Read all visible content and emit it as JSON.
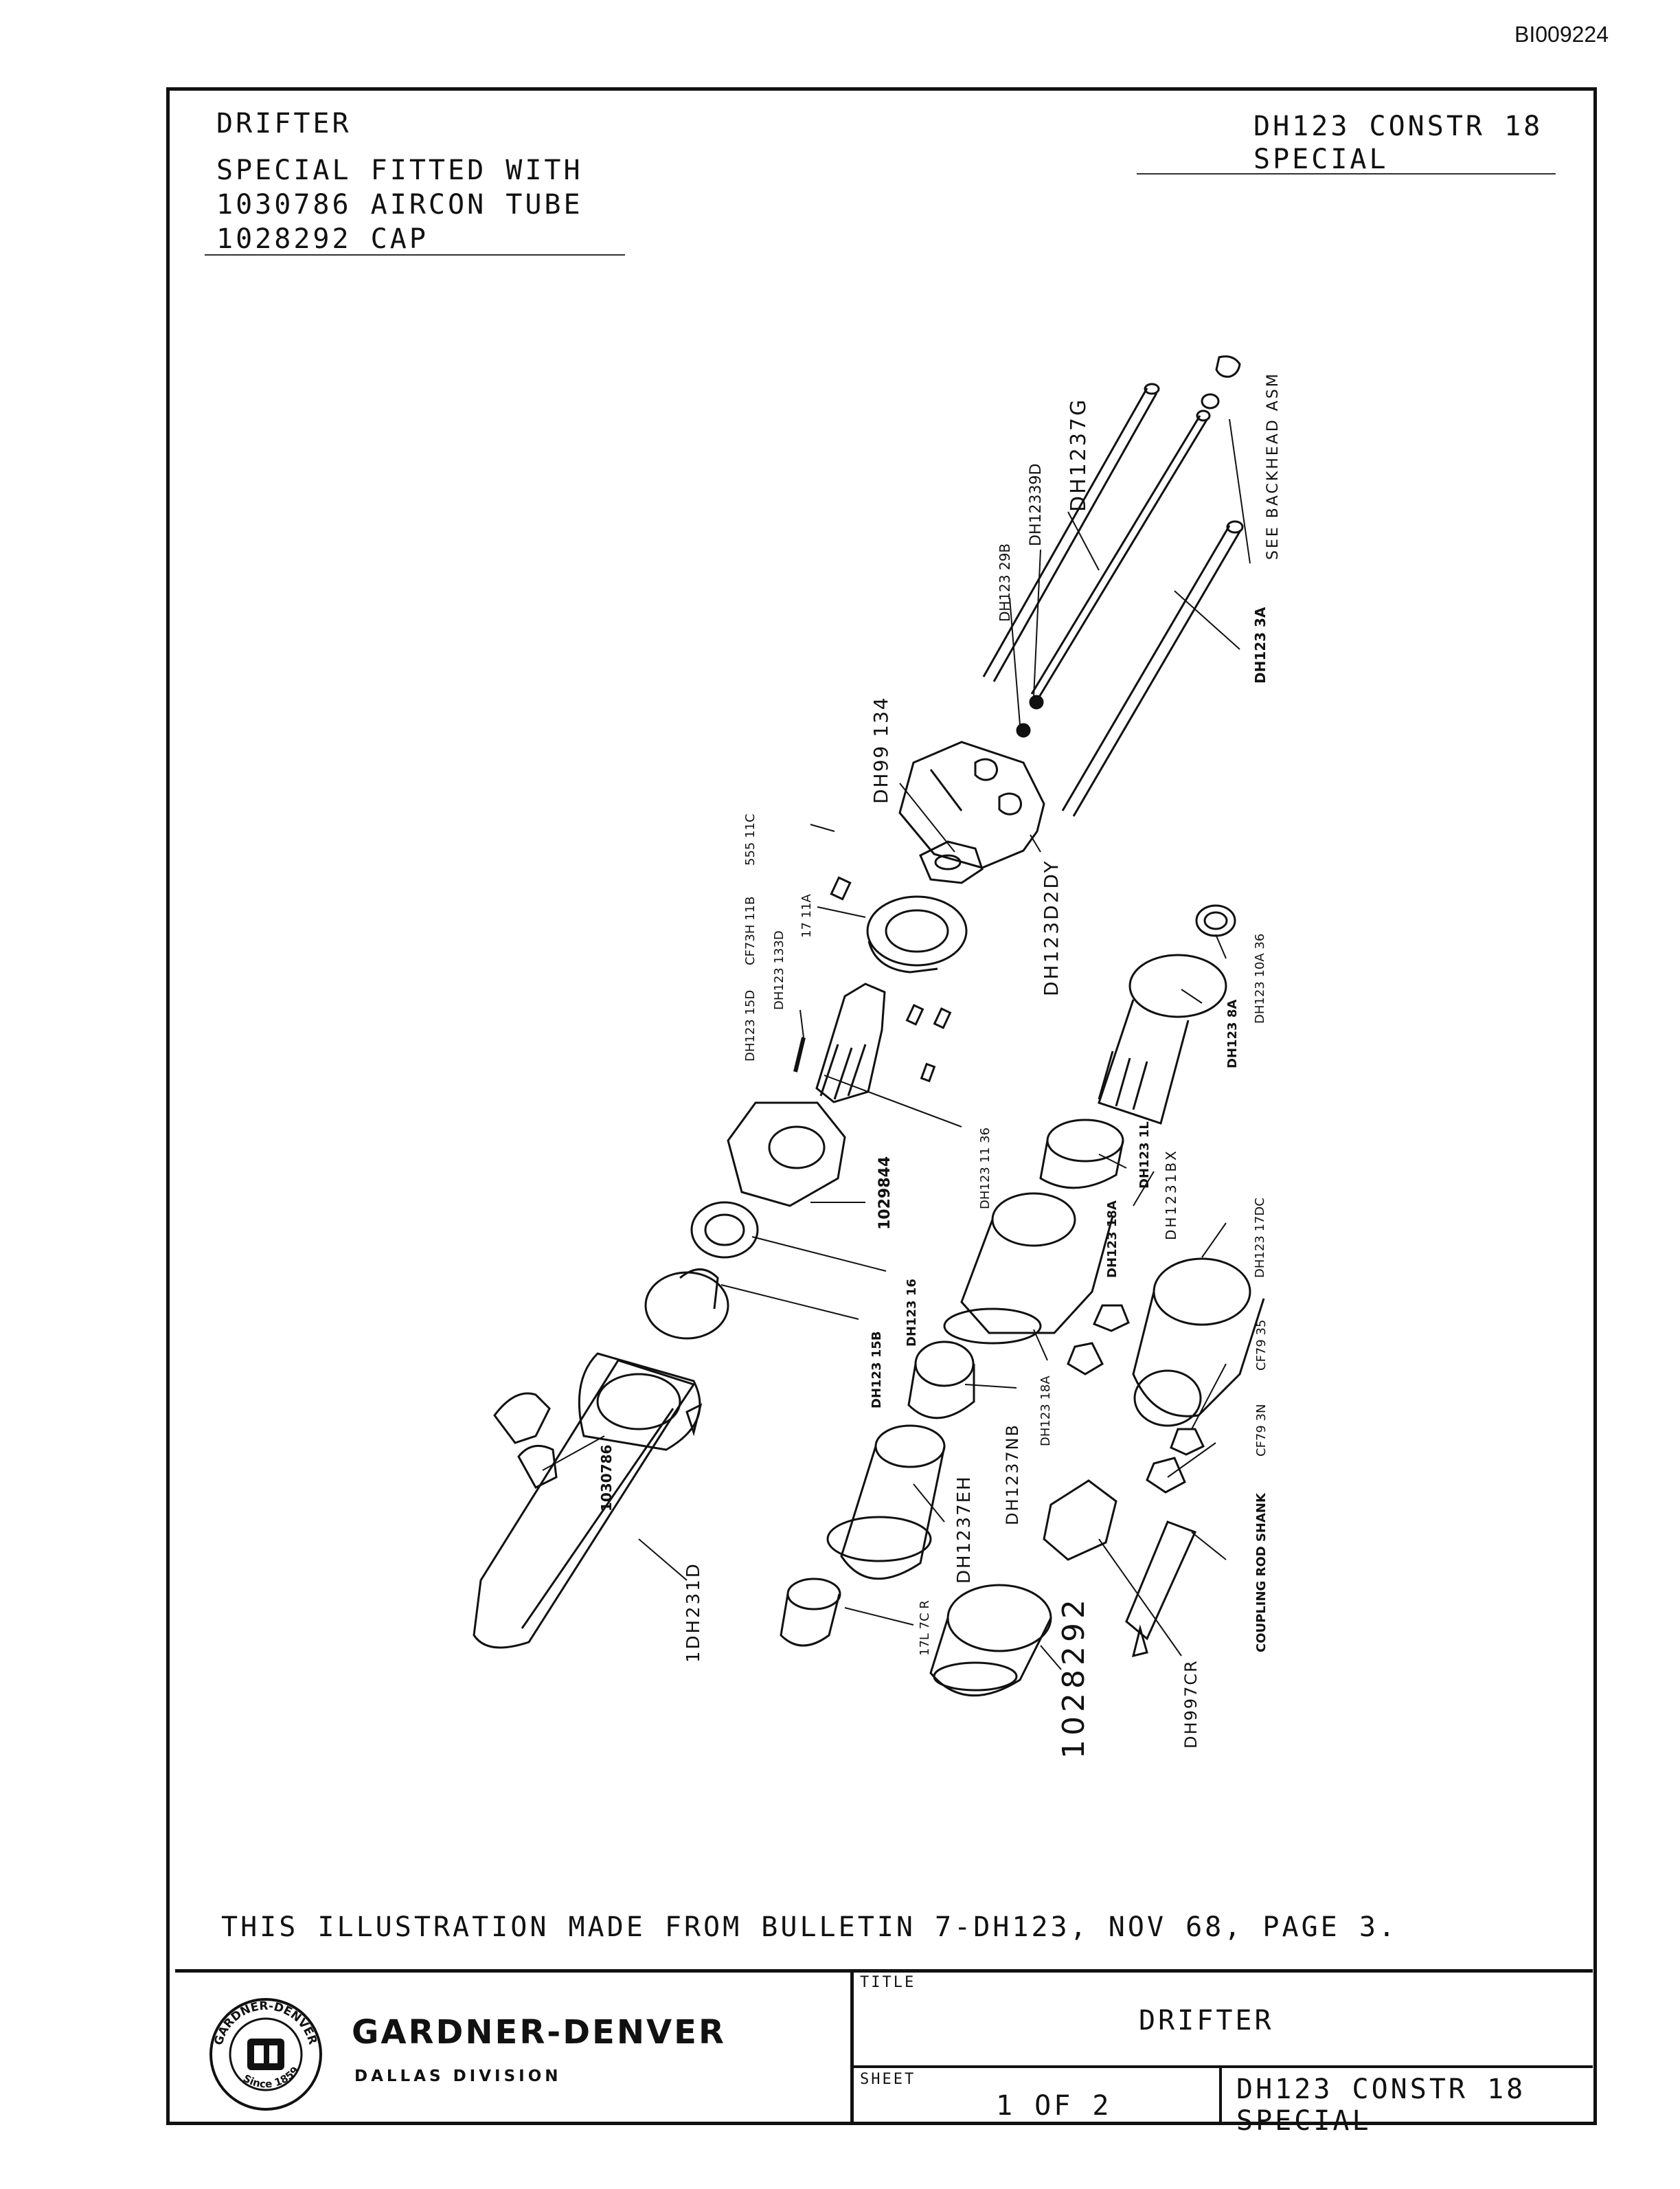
{
  "document_id": "BI009224",
  "header": {
    "left_lines": [
      "DRIFTER",
      "SPECIAL FITTED WITH",
      "1030786 AIRCON TUBE",
      "1028292 CAP"
    ],
    "right_lines": [
      "DH123 CONSTR 18",
      "SPECIAL"
    ]
  },
  "part_labels": [
    "DH1237G",
    "DH12339D",
    "DH123 29B",
    "SEE BACKHEAD ASM",
    "DH123 3A",
    "DH99 134",
    "555 11C",
    "CF73H 11B",
    "DH123 133D",
    "17 11A",
    "DH123 15D",
    "DH123D2DY",
    "DH123 10A 36",
    "DH123 8A",
    "DH123 11 36",
    "DH123 1L",
    "DH1231BX",
    "1029844",
    "DH123 18A",
    "DH123 17DC",
    "DH123 16",
    "DH123 15B",
    "CF79 35",
    "DH123 18A",
    "CF79 3N",
    "1030786",
    "DH1237NB",
    "COUPLING ROD SHANK",
    "DH1237EH",
    "1DH231D",
    "17L 7C R",
    "1028292",
    "DH997CR"
  ],
  "caption": "THIS ILLUSTRATION MADE FROM BULLETIN 7-DH123, NOV 68, PAGE 3.",
  "title_block": {
    "company": "GARDNER-DENVER",
    "division": "DALLAS DIVISION",
    "seal_top": "GARDNER-DENVER",
    "seal_bottom": "Since 1859",
    "title_label": "TITLE",
    "title_value": "DRIFTER",
    "sheet_label": "SHEET",
    "sheet_value": "1 OF 2",
    "model_lines": [
      "DH123 CONSTR 18",
      "SPECIAL"
    ]
  }
}
